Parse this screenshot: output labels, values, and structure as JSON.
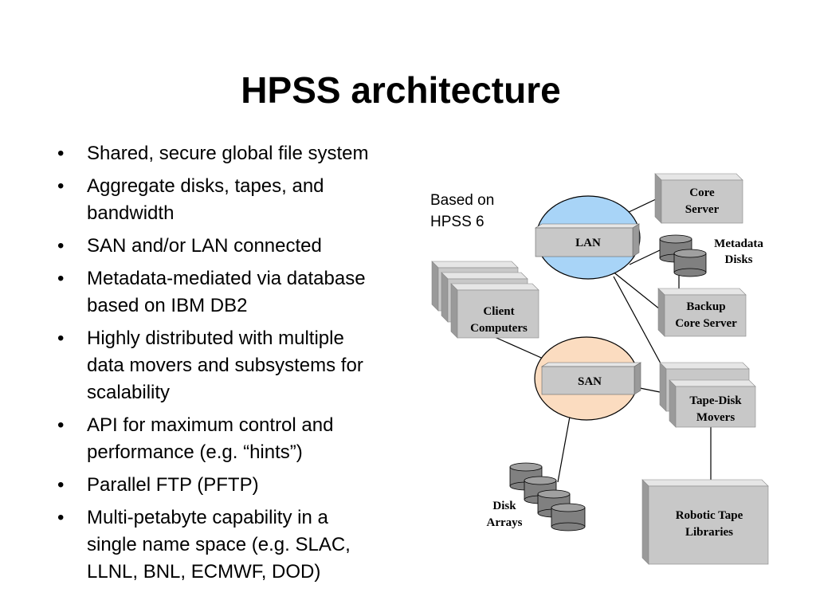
{
  "slide": {
    "title": "HPSS architecture",
    "bullets": [
      {
        "lines": [
          "Shared, secure global file system"
        ]
      },
      {
        "lines": [
          "Aggregate disks, tapes, and",
          "bandwidth"
        ]
      },
      {
        "lines": [
          "SAN and/or LAN connected"
        ]
      },
      {
        "lines": [
          "Metadata-mediated via database",
          "based on IBM DB2"
        ]
      },
      {
        "lines": [
          "Highly distributed with multiple",
          "data movers and subsystems for",
          "scalability"
        ]
      },
      {
        "lines": [
          "API for maximum control and",
          "performance (e.g. “hints”)"
        ]
      },
      {
        "lines": [
          "Parallel FTP (PFTP)"
        ]
      },
      {
        "lines": [
          "Multi-petabyte capability in a",
          "single name space (e.g. SLAC,",
          "LLNL, BNL, ECMWF, DOD)"
        ]
      }
    ]
  },
  "diagram": {
    "note": {
      "line1": "Based on",
      "line2": "HPSS 6"
    },
    "lan": {
      "label": "LAN",
      "color": "#a8d4f7"
    },
    "san": {
      "label": "SAN",
      "color": "#fbdcc0"
    },
    "core_server": {
      "line1": "Core",
      "line2": "Server"
    },
    "metadata_disks": {
      "line1": "Metadata",
      "line2": "Disks"
    },
    "backup_core_server": {
      "line1": "Backup",
      "line2": "Core Server"
    },
    "client_computers": {
      "line1": "Client",
      "line2": "Computers"
    },
    "tape_disk_movers": {
      "line1": "Tape-Disk",
      "line2": "Movers"
    },
    "disk_arrays": {
      "line1": "Disk",
      "line2": "Arrays"
    },
    "robotic_tape_libraries": {
      "line1": "Robotic Tape",
      "line2": "Libraries"
    },
    "colors": {
      "box_face": "#c8c8c8",
      "box_top": "#e6e6e6",
      "box_side": "#9a9a9a",
      "disk": "#808080"
    }
  }
}
